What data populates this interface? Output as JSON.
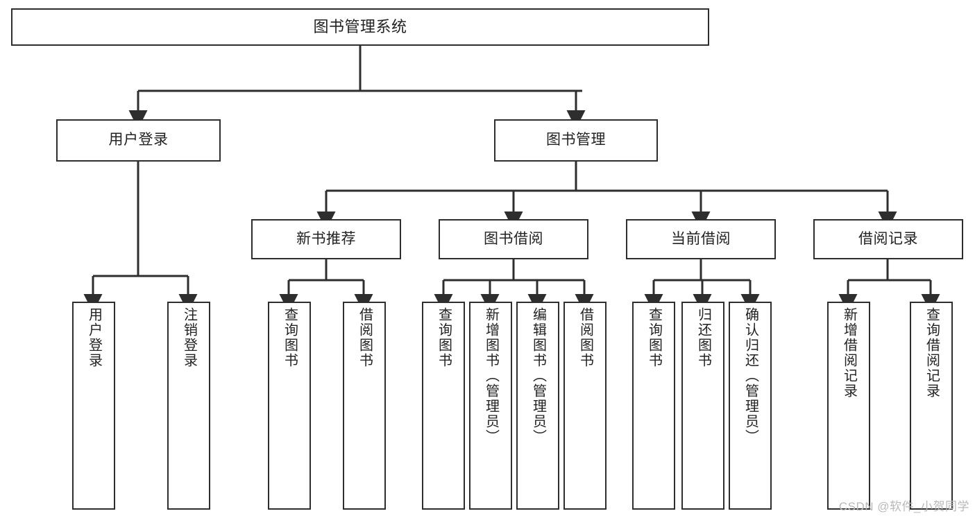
{
  "diagram": {
    "title": "图书管理系统",
    "type": "tree-hierarchy",
    "root": {
      "label": "图书管理系统"
    },
    "level2": [
      {
        "label": "用户登录"
      },
      {
        "label": "图书管理"
      }
    ],
    "level3": [
      {
        "label": "新书推荐"
      },
      {
        "label": "图书借阅"
      },
      {
        "label": "当前借阅"
      },
      {
        "label": "借阅记录"
      }
    ],
    "leaves": {
      "user_login": [
        {
          "label": "用户登录"
        },
        {
          "label": "注销登录"
        }
      ],
      "new_book_recommend": [
        {
          "label": "查询图书"
        },
        {
          "label": "借阅图书"
        }
      ],
      "book_borrow": [
        {
          "label": "查询图书"
        },
        {
          "label": "新增图书（管理员）"
        },
        {
          "label": "编辑图书（管理员）"
        },
        {
          "label": "借阅图书"
        }
      ],
      "current_borrow": [
        {
          "label": "查询图书"
        },
        {
          "label": "归还图书"
        },
        {
          "label": "确认归还（管理员）"
        }
      ],
      "borrow_record": [
        {
          "label": "新增借阅记录"
        },
        {
          "label": "查询借阅记录"
        }
      ]
    }
  },
  "watermark": {
    "text": "CSDN @软件_小贺同学"
  },
  "colors": {
    "stroke": "#2e2e2e",
    "background": "#ffffff",
    "text": "#222222",
    "watermark": "#b9b9b9"
  }
}
